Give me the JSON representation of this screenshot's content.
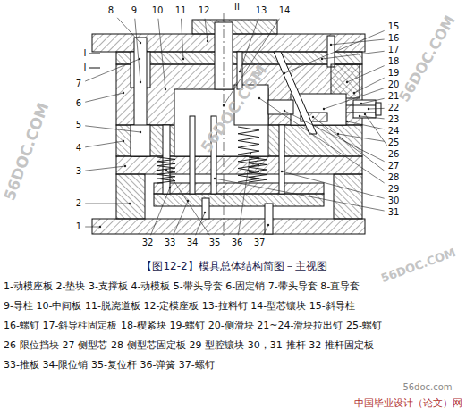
{
  "diagram": {
    "caption": "【图12-2】模具总体结构简图－主视图",
    "labels": [
      "II",
      "I",
      "I",
      "1",
      "2",
      "3",
      "4",
      "5",
      "6",
      "7",
      "8",
      "9",
      "10",
      "11",
      "12",
      "13",
      "14",
      "15",
      "16",
      "17",
      "18",
      "19",
      "20",
      "21",
      "22",
      "23",
      "24",
      "25",
      "26",
      "27",
      "28",
      "29",
      "30",
      "31",
      "32",
      "33",
      "34",
      "35",
      "36",
      "37",
      "1-动模座板 2-垫块 3-支撑板 4-动模板 5-带头导套 6-固定销 7-带头导套 8-直导套",
      "9-导柱 10-中间板 11-脱浇道板 12-定模座板 13-拉料钉 14-型芯镶块 15-斜导柱",
      "16-螺钉 17-斜导柱固定板 18-楔紧块 19-螺钉 20-侧滑块 21~24-滑块拉出钉 25-螺钉",
      "26-限位挡块 27-侧型芯 28-侧型芯固定板 29-型腔镶块 30，31-推杆 32-推杆固定板",
      "33-推板 34-限位销 35-复位杆 36-弹簧 37-螺钉",
      "56DOC.COM",
      "56DOC.COM",
      "56DOC.COM",
      "56DOC.COM",
      "56doc.com",
      "中国毕业设计（论文）网"
    ]
  }
}
